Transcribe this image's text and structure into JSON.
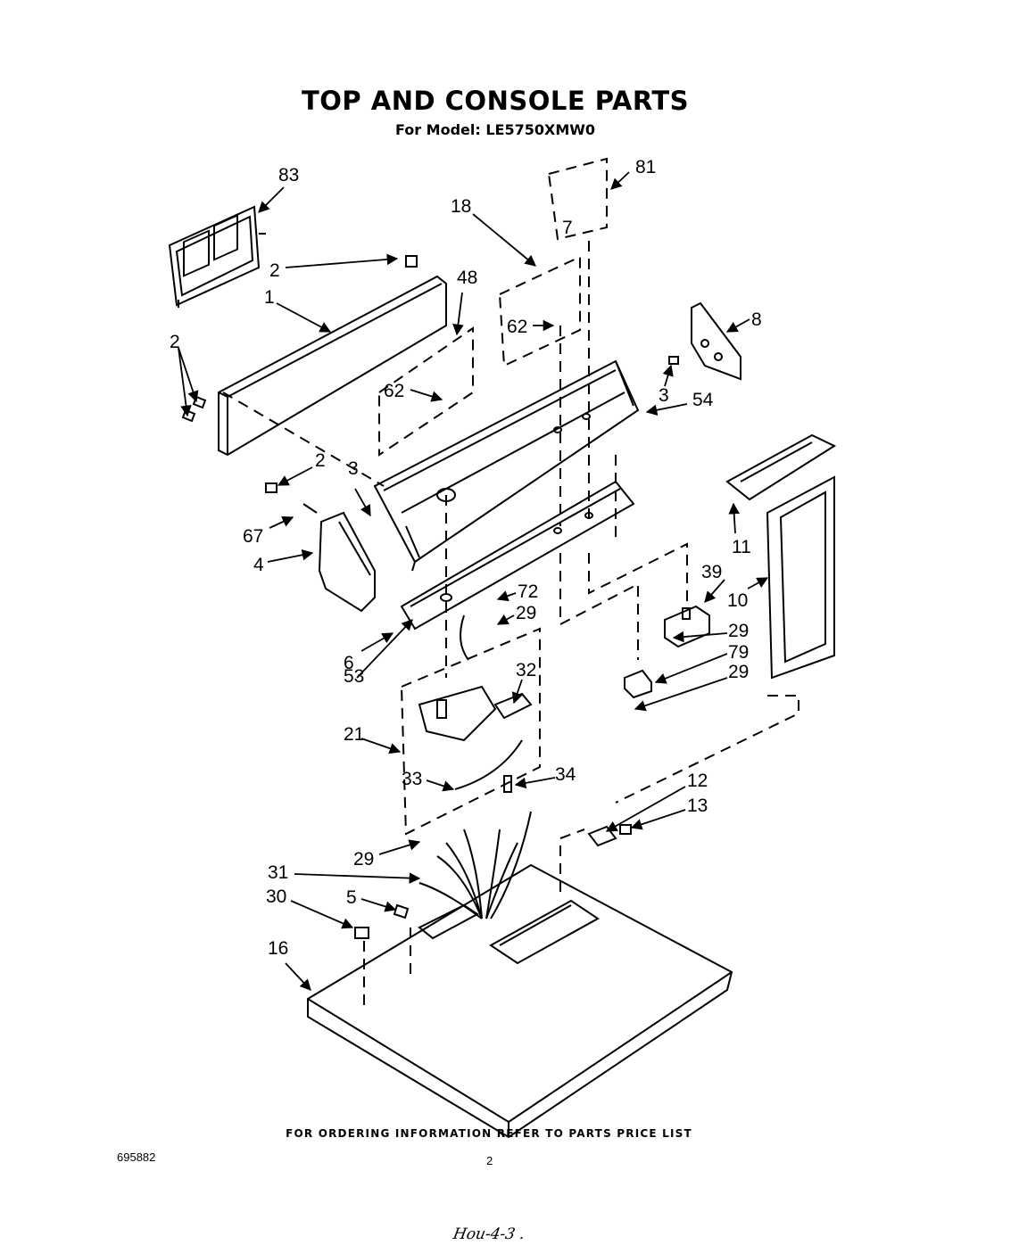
{
  "title": "TOP AND CONSOLE PARTS",
  "subtitle": "For Model: LE5750XMW0",
  "footer_note": "FOR ORDERING INFORMATION REFER TO PARTS PRICE LIST",
  "doc_number": "695882",
  "page_number": "2",
  "handwritten_mark": "Hou-4-3 .",
  "callouts": {
    "c83": "83",
    "c81": "81",
    "c18": "18",
    "c7": "7",
    "c2a": "2",
    "c48": "48",
    "c1": "1",
    "c62a": "62",
    "c8": "8",
    "c2b": "2",
    "c62b": "62",
    "c3a": "3",
    "c54": "54",
    "c2c": "2",
    "c3b": "3",
    "c67": "67",
    "c4": "4",
    "c11": "11",
    "c39": "39",
    "c10": "10",
    "c72": "72",
    "c29a": "29",
    "c29b": "29",
    "c79": "79",
    "c29c": "29",
    "c6": "6",
    "c53": "53",
    "c32": "32",
    "c21": "21",
    "c33": "33",
    "c34": "34",
    "c12": "12",
    "c13": "13",
    "c29d": "29",
    "c31": "31",
    "c30": "30",
    "c5": "5",
    "c16": "16"
  }
}
